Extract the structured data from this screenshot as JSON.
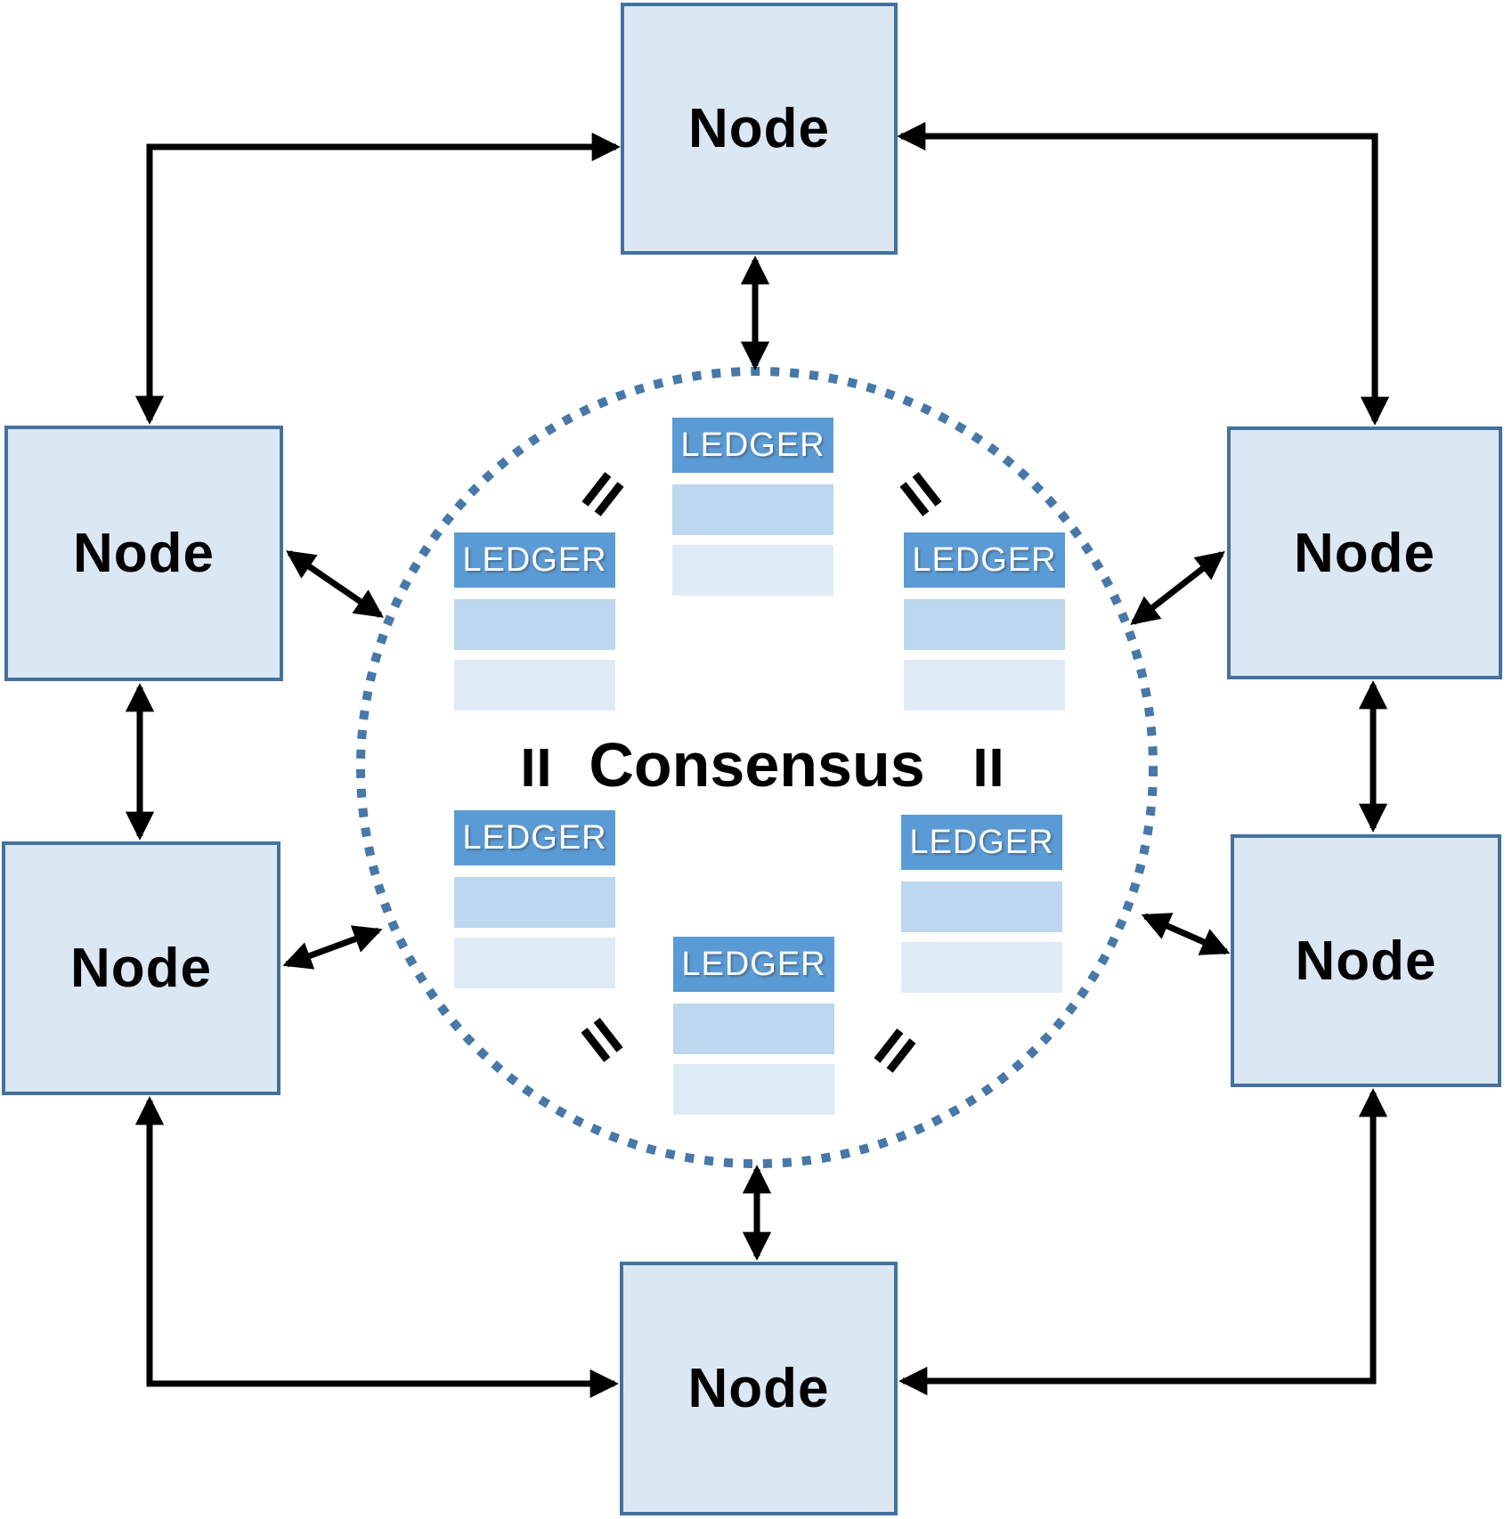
{
  "diagram": {
    "type": "peer-to-peer distributed ledger consensus network",
    "consensus": {
      "label": "Consensus"
    },
    "nodes": [
      {
        "position": "top",
        "label": "Node"
      },
      {
        "position": "left-top",
        "label": "Node"
      },
      {
        "position": "left-bottom",
        "label": "Node"
      },
      {
        "position": "right-top",
        "label": "Node"
      },
      {
        "position": "right-bottom",
        "label": "Node"
      },
      {
        "position": "bottom",
        "label": "Node"
      }
    ],
    "ledgers": [
      {
        "position": "top-center",
        "label": "LEDGER",
        "blank_rows": 2
      },
      {
        "position": "upper-left",
        "label": "LEDGER",
        "blank_rows": 2
      },
      {
        "position": "upper-right",
        "label": "LEDGER",
        "blank_rows": 2
      },
      {
        "position": "lower-left",
        "label": "LEDGER",
        "blank_rows": 2
      },
      {
        "position": "lower-right",
        "label": "LEDGER",
        "blank_rows": 2
      },
      {
        "position": "bottom-center",
        "label": "LEDGER",
        "blank_rows": 2
      }
    ],
    "equality_marks": [
      {
        "position": "upper-left",
        "type": "equals-rotated"
      },
      {
        "position": "upper-right",
        "type": "equals-rotated"
      },
      {
        "position": "middle-left",
        "type": "equals-vertical"
      },
      {
        "position": "middle-right",
        "type": "equals-vertical"
      },
      {
        "position": "lower-left",
        "type": "equals-rotated"
      },
      {
        "position": "lower-right",
        "type": "equals-rotated"
      }
    ],
    "connections": [
      "left-top node <-> top node (elbow, arrows both ends)",
      "right-top node <-> top node (elbow, arrows both ends)",
      "left-bottom node <-> bottom node (elbow, arrows both ends)",
      "right-bottom node <-> bottom node (elbow, arrows both ends)",
      "left-top node <-> left-bottom node (double arrow)",
      "right-top node <-> right-bottom node (double arrow)",
      "top node <-> consensus circle (double arrow)",
      "bottom node <-> consensus circle (double arrow)",
      "left-top node <-> consensus circle (diagonal double arrow)",
      "left-bottom node <-> consensus circle (diagonal double arrow)",
      "right-top node <-> consensus circle (diagonal double arrow)",
      "right-bottom node <-> consensus circle (diagonal double arrow)"
    ],
    "colors": {
      "node_fill": "#dce7f4",
      "node_border": "#44719e",
      "ledger_header": "#5b9bd5",
      "ledger_row1": "#bdd7ee",
      "ledger_row2": "#deebf7",
      "circle_dotted": "#4778a8",
      "arrow": "#000000",
      "ledger_text": "#ffffff",
      "label_text": "#000000"
    }
  }
}
